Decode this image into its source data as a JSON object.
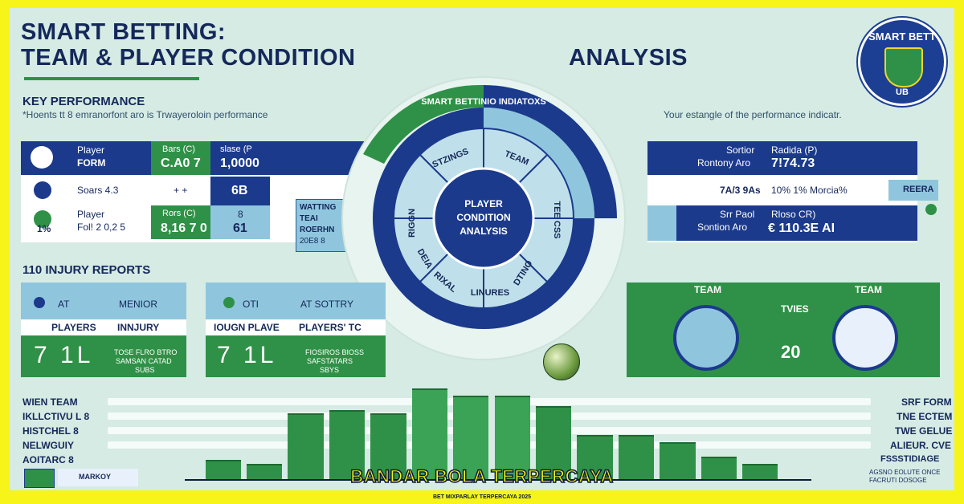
{
  "header": {
    "title_line1": "SMART BETTING:",
    "title_line2": "TEAM & PLAYER CONDITION",
    "title_analysis": "ANALYSIS"
  },
  "logo": {
    "top_text": "SMART BETT",
    "bottom_text": "UB"
  },
  "kpi": {
    "heading": "KEY PERFORMANCE",
    "subtitle": "*Hoents tt 8 emranorfont aro is Trwayeroloin performance",
    "right_caption": "Your estangle of the performance indicatr."
  },
  "left_table": {
    "row1": {
      "label1": "Player",
      "label2": "FORM",
      "col2_top": "Bars (C)",
      "col2_val": "C.A0 7",
      "col3_top": "slase (P",
      "col3_val": "1,0000"
    },
    "row2": {
      "label": "Soars 4.3",
      "col2": "+ +",
      "col3": "6B"
    },
    "row3": {
      "side": "1%",
      "label1": "Player",
      "label2": "Fol! 2 0,2 5",
      "col2_top": "Rors (C)",
      "col2_val": "8,16 7 0",
      "col3_top": "8",
      "col3_val": "61"
    }
  },
  "note_box": {
    "line1": "WATTING",
    "line2": "TEAI",
    "line3": "ROERHN",
    "line4": "20E8 8"
  },
  "ring": {
    "outer_label": "SMART BETTINIO INDIATOXS",
    "center_line1": "PLAYER",
    "center_line2": "CONDITION",
    "center_line3": "ANALYSIS",
    "seg_top_left": "STZINGS",
    "seg_top_right": "TEAM",
    "seg_right": "TEE CSS",
    "seg_bottom_right": "DTINO",
    "seg_bottom": "LINURES",
    "seg_bottom_left": "RIXAL",
    "seg_left": "RIGGN",
    "seg_left_lower": "DEIA"
  },
  "right_table": {
    "row1": {
      "label1": "Sortior",
      "label2": "Rontony Aro",
      "col2_top": "Radida (P)",
      "col2_val": "7!74.73"
    },
    "row2": {
      "label": "7A/3 9As",
      "col2": "10% 1% Morcia%",
      "tag": "REERA"
    },
    "row3": {
      "label1": "Srr Paol",
      "label2": "Sontion Aro",
      "col2_top": "Rloso CR)",
      "col2_val": "€ 110.3E AI"
    }
  },
  "injury": {
    "heading": "110 INJURY REPORTS",
    "card1": {
      "a": "AT",
      "b": "MENIOR",
      "c": "PLAYERS",
      "d": "INNJURY",
      "big": "7 1L",
      "note1": "TOSE FLRO BTRO",
      "note2": "SAMSAN CATAD",
      "note3": "SUBS"
    },
    "card2": {
      "a": "OTI",
      "b": "AT SOTTRY",
      "c": "IOUGN PLAVE",
      "d": "PLAYERS' TC",
      "big": "7 1L",
      "note1": "FIOSIROS BIOSS",
      "note2": "SAFSTATARS",
      "note3": "SBYS"
    }
  },
  "teams": {
    "team1": "TEAM",
    "team2": "TEAM",
    "label": "TVIES",
    "score": "20"
  },
  "left_legend": [
    "WIEN TEAM",
    "IKLLCTIVU L 8",
    "HISTCHEL 8",
    "NELWGUIY",
    "AOITARC 8"
  ],
  "right_legend": [
    "SRF FORM",
    "TNE ECTEM",
    "TWE GELUE",
    "ALIEUR. CVE",
    "FSSSTIDIAGE"
  ],
  "right_legend_small": [
    "AGSNO EOLUTE ONCE",
    "FACRUTI DOSOGE"
  ],
  "bottom_left_note": "MARKOY",
  "chart_data": {
    "type": "bar",
    "values": [
      26,
      20,
      90,
      95,
      90,
      125,
      115,
      115,
      100,
      60,
      60,
      50,
      30,
      20
    ]
  },
  "footer": {
    "banner": "BANDAR BOLA TERPERCAYA",
    "subline": "BET MIXPARLAY TERPERCAYA 2025"
  },
  "colors": {
    "navy": "#1b3a8c",
    "green": "#2f9147",
    "light_blue": "#8fc6de",
    "bg": "#d5ebe4",
    "frame_yellow": "#f7f41a"
  }
}
